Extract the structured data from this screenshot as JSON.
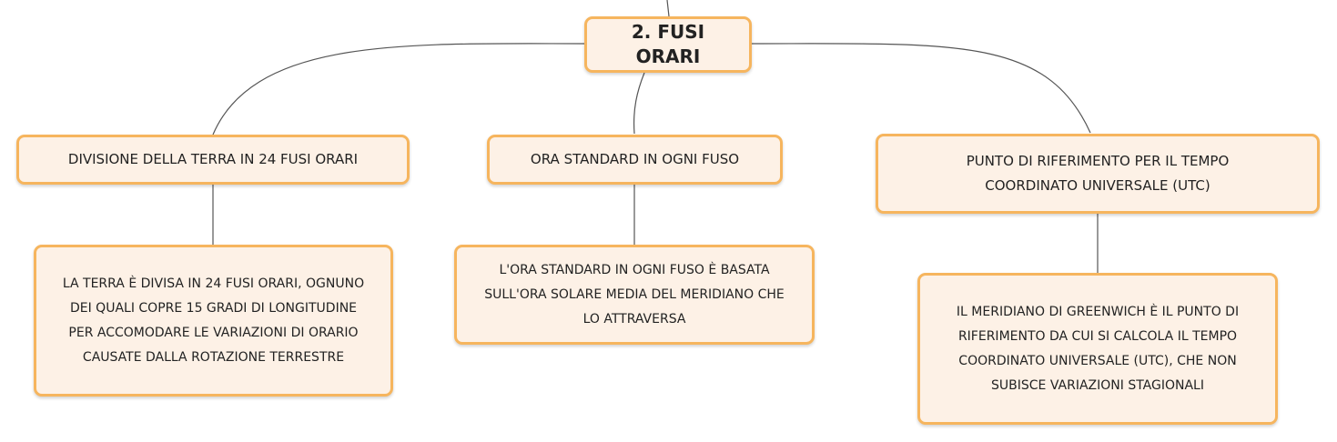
{
  "root": {
    "label": "2. FUSI ORARI"
  },
  "branches": [
    {
      "label": "DIVISIONE DELLA TERRA IN 24 FUSI ORARI",
      "detail": "LA TERRA È DIVISA IN 24 FUSI ORARI, OGNUNO DEI QUALI COPRE 15 GRADI DI LONGITUDINE PER ACCOMODARE LE VARIAZIONI DI ORARIO CAUSATE DALLA ROTAZIONE TERRESTRE"
    },
    {
      "label": "ORA STANDARD IN OGNI FUSO",
      "detail": "L'ORA STANDARD IN OGNI FUSO È BASATA SULL'ORA SOLARE MEDIA DEL MERIDIANO CHE LO ATTRAVERSA"
    },
    {
      "label": "PUNTO DI RIFERIMENTO PER IL TEMPO COORDINATO UNIVERSALE (UTC)",
      "detail": "IL MERIDIANO DI GREENWICH È IL PUNTO DI RIFERIMENTO DA CUI SI CALCOLA IL TEMPO COORDINATO UNIVERSALE (UTC), CHE NON SUBISCE VARIAZIONI STAGIONALI"
    }
  ],
  "colors": {
    "node_fill": "#fdf1e6",
    "node_border": "#f6b55e",
    "connector": "#555555"
  }
}
